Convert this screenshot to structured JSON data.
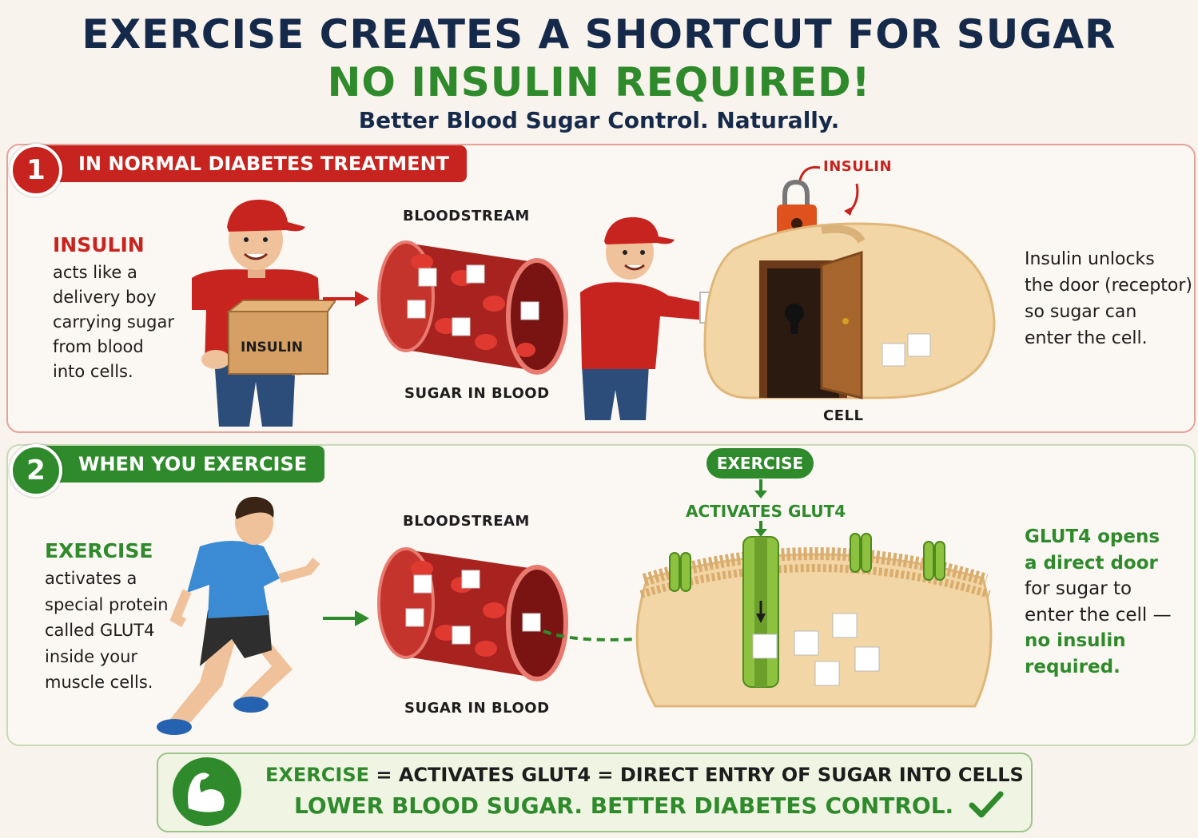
{
  "header": {
    "title_line1": "EXERCISE CREATES A SHORTCUT FOR SUGAR",
    "title_line2": "NO INSULIN REQUIRED!",
    "subtitle": "Better Blood Sugar Control. Naturally."
  },
  "section1": {
    "number": "1",
    "title": "IN NORMAL DIABETES TREATMENT",
    "left_heading": "INSULIN",
    "left_lines": [
      "acts like a",
      "delivery boy",
      "carrying sugar",
      "from blood",
      "into cells."
    ],
    "box_label": "INSULIN",
    "bloodstream_label": "BLOODSTREAM",
    "sugar_label": "SUGAR IN BLOOD",
    "insulin_lock_label": "INSULIN",
    "cell_label": "CELL",
    "right_lines": [
      "Insulin unlocks",
      "the door (receptor)",
      "so sugar can",
      "enter the cell."
    ]
  },
  "section2": {
    "number": "2",
    "title": "WHEN YOU EXERCISE",
    "left_heading": "EXERCISE",
    "left_lines": [
      "activates a",
      "special protein",
      "called GLUT4",
      "inside your",
      "muscle cells."
    ],
    "bloodstream_label": "BLOODSTREAM",
    "sugar_label": "SUGAR IN BLOOD",
    "exercise_pill": "EXERCISE",
    "activates_label": "ACTIVATES GLUT4",
    "right_lines_green": [
      "GLUT4 opens",
      "a direct door"
    ],
    "right_lines_dark": [
      "for sugar to",
      "enter the cell —"
    ],
    "right_lines_green2": [
      "no insulin",
      "required."
    ]
  },
  "footer": {
    "line1_part1": "EXERCISE",
    "line1_part2": " = ACTIVATES GLUT4 = DIRECT ENTRY OF SUGAR INTO CELLS",
    "line2": "LOWER BLOOD SUGAR. BETTER DIABETES CONTROL.",
    "icons": [
      "flexed-arm-icon",
      "checkmark-icon"
    ]
  },
  "colors": {
    "navy": "#152a4a",
    "green": "#2f8a2c",
    "red": "#c8241f",
    "cell": "#f3d6a6"
  }
}
